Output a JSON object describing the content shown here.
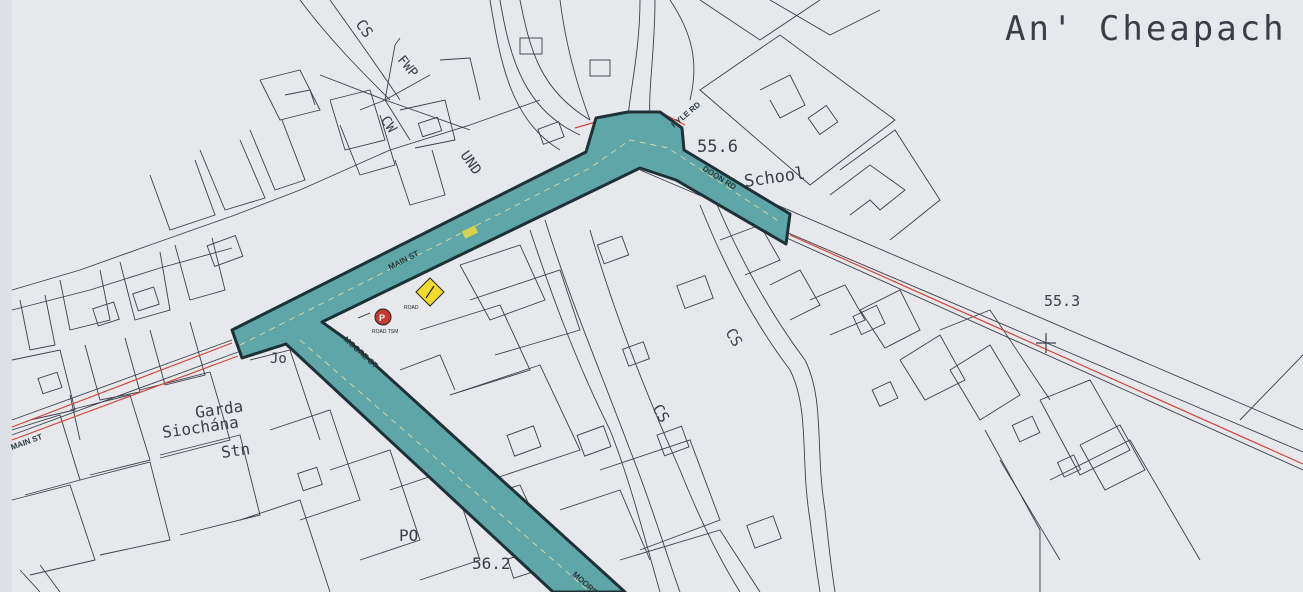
{
  "map": {
    "place_name": "An' Cheapach",
    "labels": {
      "school": "School",
      "spot_height_a": "55.6",
      "spot_height_b": "55.3",
      "spot_height_c": "56.2",
      "garda_1": "Garda",
      "garda_2": "Siochána",
      "garda_3": "Stn",
      "po": "PO",
      "cs_a": "CS",
      "cs_b": "CS",
      "cs_c": "CS",
      "fwp": "FWP",
      "cw": "CW",
      "und": "UND",
      "jo": "Jo"
    },
    "streets": {
      "main_st": "MAIN ST",
      "main_st_west": "MAIN ST",
      "moore_st": "MOORE ST",
      "moore_st_lower": "MOORE",
      "doon_rd": "DOON RD",
      "kyle_rd": "KYLE RD"
    },
    "colors": {
      "paper": "#e6e8ec",
      "road_fill": "#5fa6a8",
      "road_edge": "#1d3137",
      "boundary": "#d2443c",
      "ink": "#3b3f48"
    }
  }
}
